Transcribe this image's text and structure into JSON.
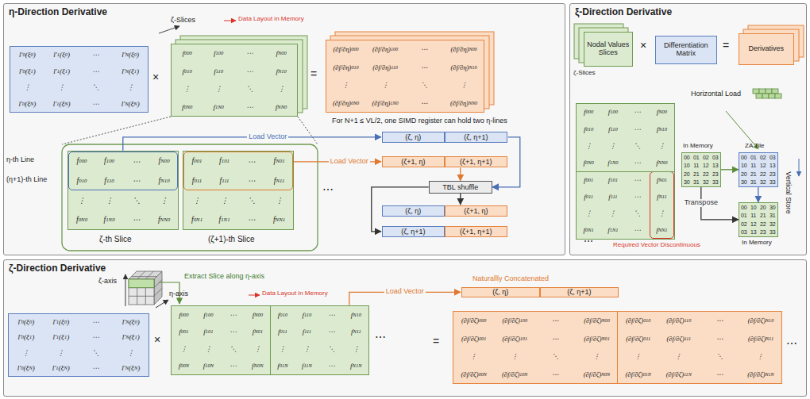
{
  "diagram": {
    "nodes": [
      {
        "text": [
          "η-Direction Derivative"
        ]
      },
      {
        "text": [
          "l'0(ξ0)",
          "l'1(ξ0)",
          "⋯",
          "l'N(ξ0)",
          "l'0(ξ1)",
          "l'1(ξ1)",
          "⋯",
          "l'N(ξ1)",
          "⋮",
          "⋮",
          "⋱",
          "⋮",
          "l'0(ξN)",
          "l'1(ξN)",
          "⋯",
          "l'N(ξN)"
        ],
        "in": 0
      },
      {
        "text": [
          "f000",
          "f100",
          "⋯",
          "fN00",
          "f010",
          "f110",
          "⋯",
          "fN10",
          "⋮",
          "⋮",
          "⋱",
          "⋮",
          "f0N0",
          "f1N0",
          "⋯",
          "fNN0"
        ],
        "in": 0
      },
      {
        "text": [
          "(∂f/∂η)000",
          "(∂f/∂η)100",
          "⋯",
          "(∂f/∂η)N00",
          "(∂f/∂η)010",
          "(∂f/∂η)110",
          "⋯",
          "(∂f/∂η)N10",
          "⋮",
          "⋮",
          "⋱",
          "⋮",
          "(∂f/∂η)0N0",
          "(∂f/∂η)1N0",
          "⋯",
          "(∂f/∂η)NN0"
        ],
        "in": 0
      },
      {
        "text": [
          "f000",
          "f100",
          "⋯",
          "fN00",
          "f010",
          "f110",
          "⋯",
          "fN10",
          "⋮",
          "⋮",
          "⋱",
          "⋮",
          "f0N0",
          "f1N0",
          "⋯",
          "fNN0"
        ],
        "in": 0
      },
      {
        "text": [
          "f001",
          "f101",
          "⋯",
          "fN01",
          "f011",
          "f111",
          "⋯",
          "fN11",
          "⋮",
          "⋮",
          "⋱",
          "⋮",
          "f0N1",
          "f1N1",
          "⋯",
          "fNN1"
        ],
        "in": 0
      },
      {
        "text": [
          "(ζ, η)",
          "(ζ, η+1)"
        ],
        "in": 0
      },
      {
        "text": [
          "(ζ+1, η)",
          "(ζ+1, η+1)"
        ],
        "in": 0
      },
      {
        "text": [
          "TBL shuffle"
        ],
        "in": 0
      },
      {
        "text": [
          "(ζ, η)",
          "(ζ+1, η)"
        ],
        "in": 0
      },
      {
        "text": [
          "(ζ, η+1)",
          "(ζ+1, η+1)"
        ],
        "in": 0
      },
      {
        "text": [
          "ξ-Direction Derivative"
        ]
      },
      {
        "text": [
          "Nodal Values Slices"
        ],
        "in": 11
      },
      {
        "text": [
          "Differentiation Matrix"
        ],
        "in": 11
      },
      {
        "text": [
          "Derivatives"
        ],
        "in": 11
      },
      {
        "text": [
          "f000",
          "f100",
          "⋯",
          "fN00",
          "f010",
          "f110",
          "⋯",
          "fN10",
          "⋮",
          "⋮",
          "⋱",
          "⋮",
          "f0N0",
          "f1N0",
          "⋯",
          "fNN0",
          "f001",
          "f101",
          "⋯",
          "fN01",
          "f011",
          "f111",
          "⋯",
          "fN11",
          "⋮",
          "⋮",
          "⋱",
          "⋮",
          "f0N1",
          "f1N1",
          "⋯",
          "fNN1"
        ],
        "in": 11
      },
      {
        "text": [
          "00",
          "01",
          "02",
          "03",
          "10",
          "11",
          "12",
          "13",
          "20",
          "21",
          "22",
          "23",
          "30",
          "31",
          "32",
          "33"
        ],
        "in": 11
      },
      {
        "text": [
          "00",
          "01",
          "02",
          "03",
          "10",
          "11",
          "12",
          "13",
          "20",
          "21",
          "22",
          "23",
          "30",
          "31",
          "32",
          "33"
        ],
        "in": 11
      },
      {
        "text": [
          "00",
          "10",
          "20",
          "30",
          "01",
          "11",
          "21",
          "31",
          "02",
          "12",
          "22",
          "32",
          "03",
          "13",
          "23",
          "33"
        ],
        "in": 11
      },
      {
        "text": [
          "ζ-Direction Derivative"
        ]
      },
      {
        "text": [
          "l'0(ξ0)",
          "l'1(ξ0)",
          "⋯",
          "l'N(ξ0)",
          "l'0(ξ1)",
          "l'1(ξ1)",
          "⋯",
          "l'N(ξ1)",
          "⋮",
          "⋮",
          "⋱",
          "⋮",
          "l'0(ξN)",
          "l'1(ξN)",
          "⋯",
          "l'N(ξN)"
        ],
        "in": 19
      },
      {
        "text": [
          "f000",
          "f100",
          "⋯",
          "fN00",
          "f010",
          "f110",
          "⋯",
          "fN10",
          "f001",
          "f101",
          "⋯",
          "fN01",
          "f011",
          "f111",
          "⋯",
          "fN11",
          "⋮",
          "⋮",
          "⋱",
          "⋮",
          "⋮",
          "⋮",
          "⋱",
          "⋮",
          "f00N",
          "f10N",
          "⋯",
          "fN0N",
          "f01N",
          "f11N",
          "⋯",
          "fN1N"
        ],
        "in": 19
      },
      {
        "text": [
          "(ζ, η)",
          "(ζ, η+1)"
        ],
        "in": 19
      },
      {
        "text": [
          "(∂f/∂ζ)000",
          "(∂f/∂ζ)100",
          "⋯",
          "(∂f/∂ζ)N00",
          "(∂f/∂ζ)010",
          "(∂f/∂ζ)110",
          "⋯",
          "(∂f/∂ζ)N10",
          "(∂f/∂ζ)001",
          "(∂f/∂ζ)101",
          "⋯",
          "(∂f/∂ζ)N01",
          "(∂f/∂ζ)011",
          "(∂f/∂ζ)111",
          "⋯",
          "(∂f/∂ζ)N11",
          "⋮",
          "⋮",
          "⋱",
          "⋮",
          "⋮",
          "⋮",
          "⋱",
          "⋮",
          "(∂f/∂ζ)00N",
          "(∂f/∂ζ)10N",
          "⋯",
          "(∂f/∂ζ)N0N",
          "(∂f/∂ζ)01N",
          "(∂f/∂ζ)11N",
          "⋯",
          "(∂f/∂ζ)N1N"
        ],
        "in": 19
      }
    ],
    "edges": [
      {
        "from": 4,
        "to": 6,
        "arrow": "to",
        "label": "Load Vector"
      },
      {
        "from": 5,
        "to": 7,
        "arrow": "to",
        "label": "Load Vector"
      },
      {
        "from": 6,
        "to": 8,
        "arrow": "to"
      },
      {
        "from": 7,
        "to": 8,
        "arrow": "to"
      },
      {
        "from": 8,
        "to": 9,
        "arrow": "to"
      },
      {
        "from": 8,
        "to": 10,
        "arrow": "to"
      },
      {
        "from": 16,
        "to": 17,
        "arrow": "to"
      },
      {
        "from": 16,
        "to": 18,
        "arrow": "to",
        "label": "Transpose"
      },
      {
        "from": 17,
        "to": 18,
        "arrow": "to"
      },
      {
        "from": 21,
        "to": 22,
        "arrow": "to",
        "label": "Load Vector"
      }
    ],
    "labels": [
      "ζ-Slices",
      "Data Layout in Memory",
      "×",
      "=",
      "η-th Line",
      "(η+1)-th Line",
      "ζ-th Slice",
      "(ζ+1)-th Slice",
      "⋯",
      "For N+1 ≤ VL/2, one SIMD register can hold two η-lines",
      "ζ-Slices",
      "×",
      "=",
      "Horizontal Load",
      "In Memory",
      "ZA Tile",
      "In Memory",
      "Vertical Store",
      "Required Vector Discontinuous",
      "⋯",
      "ζ-axis",
      "η-axis",
      "Extract Slice along η-axis",
      "Data Layout in Memory",
      "Naturallly Concatenated",
      "×",
      "⋯",
      "=",
      "⋯"
    ]
  }
}
